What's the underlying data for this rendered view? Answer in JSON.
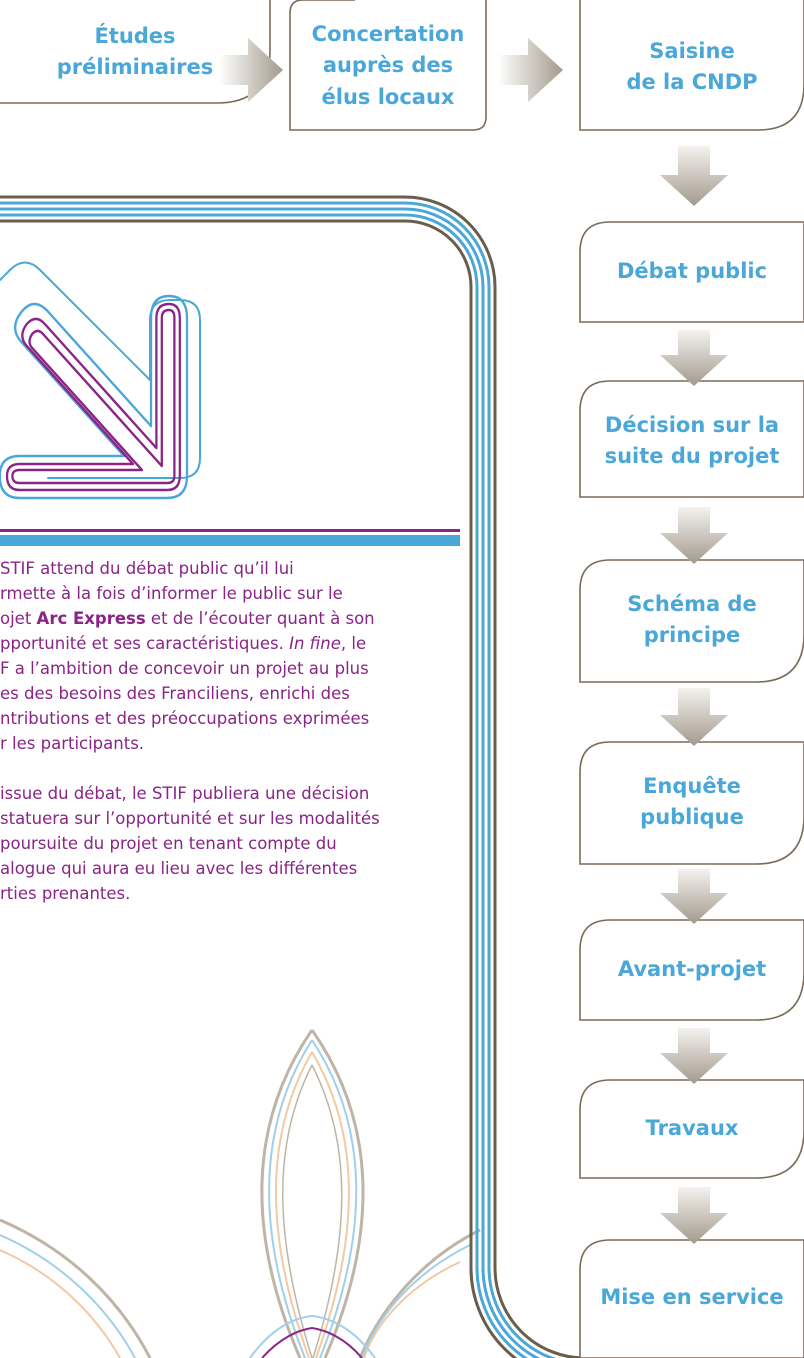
{
  "colors": {
    "box_text": "#4aa7d7",
    "box_border": "#7a6c5a",
    "arrow": "#a79e90",
    "panel_blue": "#4aa7d7",
    "panel_brown": "#6a5d4c",
    "body_text": "#8a2486",
    "purple_rule": "#8a2486"
  },
  "flow": {
    "etudes": [
      "Études",
      "préliminaires"
    ],
    "concertation": [
      "Concertation",
      "auprès des",
      "élus locaux"
    ],
    "saisine": [
      "Saisine",
      "de la CNDP"
    ],
    "debat": [
      "Débat public"
    ],
    "decision": [
      "Décision sur la",
      "suite du projet"
    ],
    "schema": [
      "Schéma de",
      "principe"
    ],
    "enquete": [
      "Enquête",
      "publique"
    ],
    "avant_projet": [
      "Avant-projet"
    ],
    "travaux": [
      "Travaux"
    ],
    "mise_en_service": [
      "Mise en service"
    ]
  },
  "text": {
    "p1": [
      "STIF attend du débat public qu’il lui",
      "rmette à la fois d’informer le public sur le",
      [
        "ojet ",
        "Arc Express",
        " et de l’écouter quant à son"
      ],
      [
        "pportunité et ses caractéristiques. ",
        "In fine",
        ", le"
      ],
      "F a l’ambition de concevoir un projet au plus",
      "es des besoins des Franciliens, enrichi des",
      "ntributions et des préoccupations exprimées",
      "r les participants."
    ],
    "p2": [
      "issue du débat, le STIF publiera une décision",
      " statuera sur l’opportunité et sur les modalités",
      " poursuite du projet en tenant compte du",
      "alogue qui aura eu lieu avec les différentes",
      "rties prenantes."
    ]
  }
}
